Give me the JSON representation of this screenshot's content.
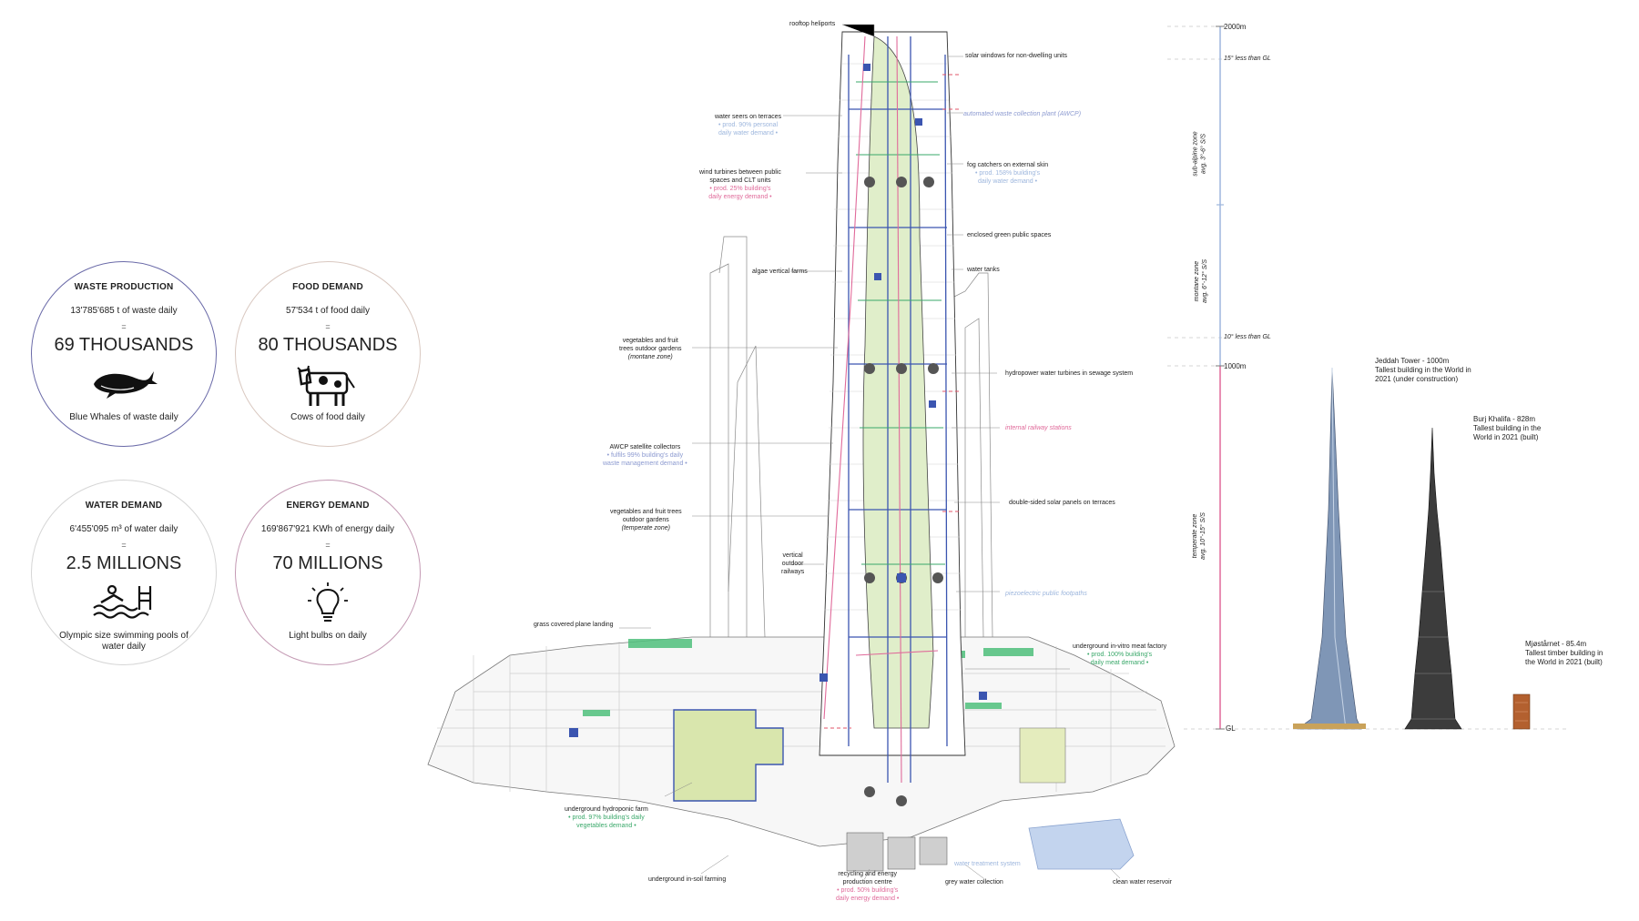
{
  "stats": [
    {
      "title": "WASTE PRODUCTION",
      "sub": "13'785'685 t of waste daily",
      "eq": "=",
      "big": "69 THOUSANDS",
      "icon": "whale-icon",
      "caption": "Blue Whales of waste daily",
      "border": "#6a6aa8"
    },
    {
      "title": "FOOD DEMAND",
      "sub": "57'534 t of food daily",
      "eq": "=",
      "big": "80 THOUSANDS",
      "icon": "cow-icon",
      "caption": "Cows of food daily",
      "border": "#d9c8c0"
    },
    {
      "title": "WATER DEMAND",
      "sub": "6'455'095 m³ of water daily",
      "eq": "=",
      "big": "2.5 MILLIONS",
      "icon": "swimming-pool-icon",
      "caption": "Olympic size swimming pools of water daily",
      "border": "#d6d6d6"
    },
    {
      "title": "ENERGY DEMAND",
      "sub": "169'867'921 KWh of energy daily",
      "eq": "=",
      "big": "70 MILLIONS",
      "icon": "light-bulb-icon",
      "caption": "Light bulbs on daily",
      "border": "#c49ab4"
    }
  ],
  "labels": {
    "rooftop_heliports": "rooftop heliports",
    "solar_windows": "solar windows for non-dwelling units",
    "water_seers_1": "water seers on terraces",
    "water_seers_2": "• prod. 90% personal",
    "water_seers_3": "daily water demand •",
    "awcp": "automated waste collection plant (AWCP)",
    "wind_1": "wind turbines between public",
    "wind_2": "spaces and CLT units",
    "wind_3": "• prod. 25% building's",
    "wind_4": "daily energy demand •",
    "fog_1": "fog catchers on external skin",
    "fog_2": "• prod. 158% building's",
    "fog_3": "daily water demand •",
    "green_public": "enclosed green public spaces",
    "algae": "algae vertical farms",
    "water_tanks": "water tanks",
    "veg_montane_1": "vegetables and fruit",
    "veg_montane_2": "trees outdoor gardens",
    "veg_montane_3": "(montane zone)",
    "hydropower": "hydropower water turbines in sewage system",
    "railway_stations": "internal railway stations",
    "awcp_sat_1": "AWCP satellite collectors",
    "awcp_sat_2": "• fulfils 99% building's daily",
    "awcp_sat_3": "waste management demand •",
    "solar_panels": "double-sided solar panels on terraces",
    "veg_temp_1": "vegetables and fruit trees",
    "veg_temp_2": "outdoor gardens",
    "veg_temp_3": "(temperate zone)",
    "railways_1": "vertical",
    "railways_2": "outdoor",
    "railways_3": "railways",
    "piezo": "piezoelectric public footpaths",
    "grass": "grass covered plane landing",
    "meat_1": "underground in-vitro meat factory",
    "meat_2": "• prod. 100% building's",
    "meat_3": "daily meat demand •",
    "hydroponic_1": "underground hydroponic farm",
    "hydroponic_2": "• prod. 97% building's daily",
    "hydroponic_3": "vegetables demand •",
    "insoil": "underground in-soil farming",
    "recycling_1": "recycling and energy",
    "recycling_2": "production centre",
    "recycling_3": "• prod. 50% building's",
    "recycling_4": "daily energy demand •",
    "water_treatment": "water treatment system",
    "grey_water": "grey water collection",
    "clean_water": "clean water reservoir"
  },
  "scale": {
    "top": "2000m",
    "mid": "1000m",
    "base": "GL",
    "less15": "15° less than GL",
    "less10": "10° less than GL",
    "zone_subalpine_1": "sub-alpine zone",
    "zone_subalpine_2": "avg. 3°-6° S/S",
    "zone_montane_1": "montane zone",
    "zone_montane_2": "avg. 6°-12° S/S",
    "zone_temperate_1": "temperate zone",
    "zone_temperate_2": "avg. 10°-15° S/S"
  },
  "comparisons": [
    {
      "name": "Jeddah Tower - 1000m",
      "line1": "Tallest building in the World in",
      "line2": "2021 (under construction)",
      "height_m": 1000
    },
    {
      "name": "Burj Khalifa - 828m",
      "line1": "Tallest building in the",
      "line2": "World in 2021 (built)",
      "height_m": 828
    },
    {
      "name": "Mjøstårnet - 85.4m",
      "line1": "Tallest timber building in",
      "line2": "the World in 2021 (built)",
      "height_m": 85.4
    }
  ],
  "colors": {
    "green": "#3aa86a",
    "blue": "#3b55b0",
    "pink": "#e06a9a",
    "light_green": "#d7e6a8",
    "light_blue": "#9db6dd"
  }
}
